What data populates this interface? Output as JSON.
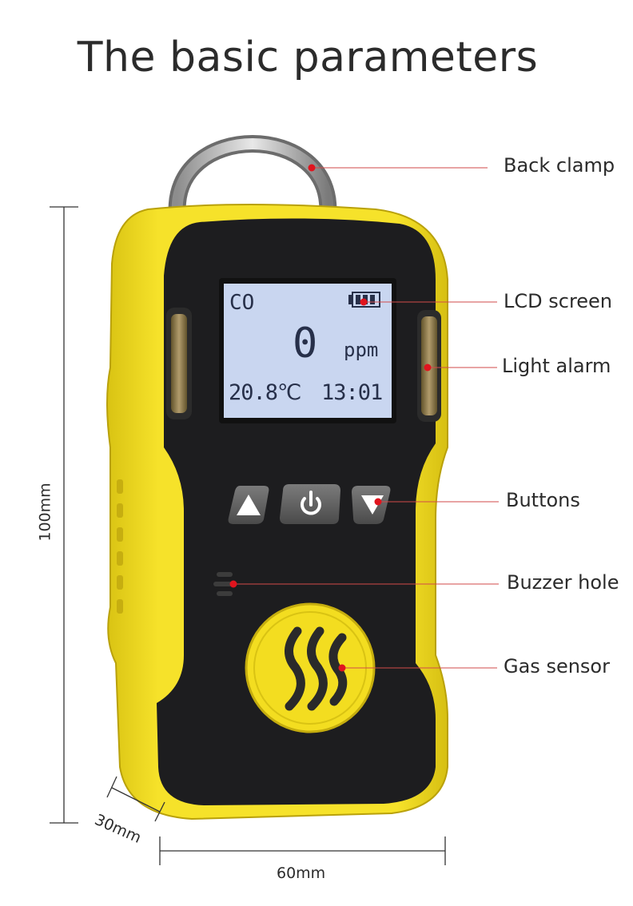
{
  "title": "The basic parameters",
  "lcd": {
    "gas": "CO",
    "reading": "0",
    "unit": "ppm",
    "temperature": "20.8℃",
    "time": "13:01"
  },
  "callouts": {
    "back_clamp": "Back clamp",
    "lcd_screen": "LCD screen",
    "light_alarm": "Light alarm",
    "buttons": "Buttons",
    "buzzer_hole": "Buzzer hole",
    "gas_sensor": "Gas sensor"
  },
  "dimensions": {
    "height": "100mm",
    "depth": "30mm",
    "width": "60mm"
  },
  "colors": {
    "body_yellow": "#f2dc1d",
    "face_black": "#1d1d1f",
    "lcd_background": "#c9d6f0",
    "callout_dot": "#e0141e",
    "callout_line": "#d24a4a"
  },
  "icons": {
    "up_button": "triangle-up-icon",
    "power_button": "power-icon",
    "down_button": "triangle-down-icon",
    "battery": "battery-icon"
  }
}
